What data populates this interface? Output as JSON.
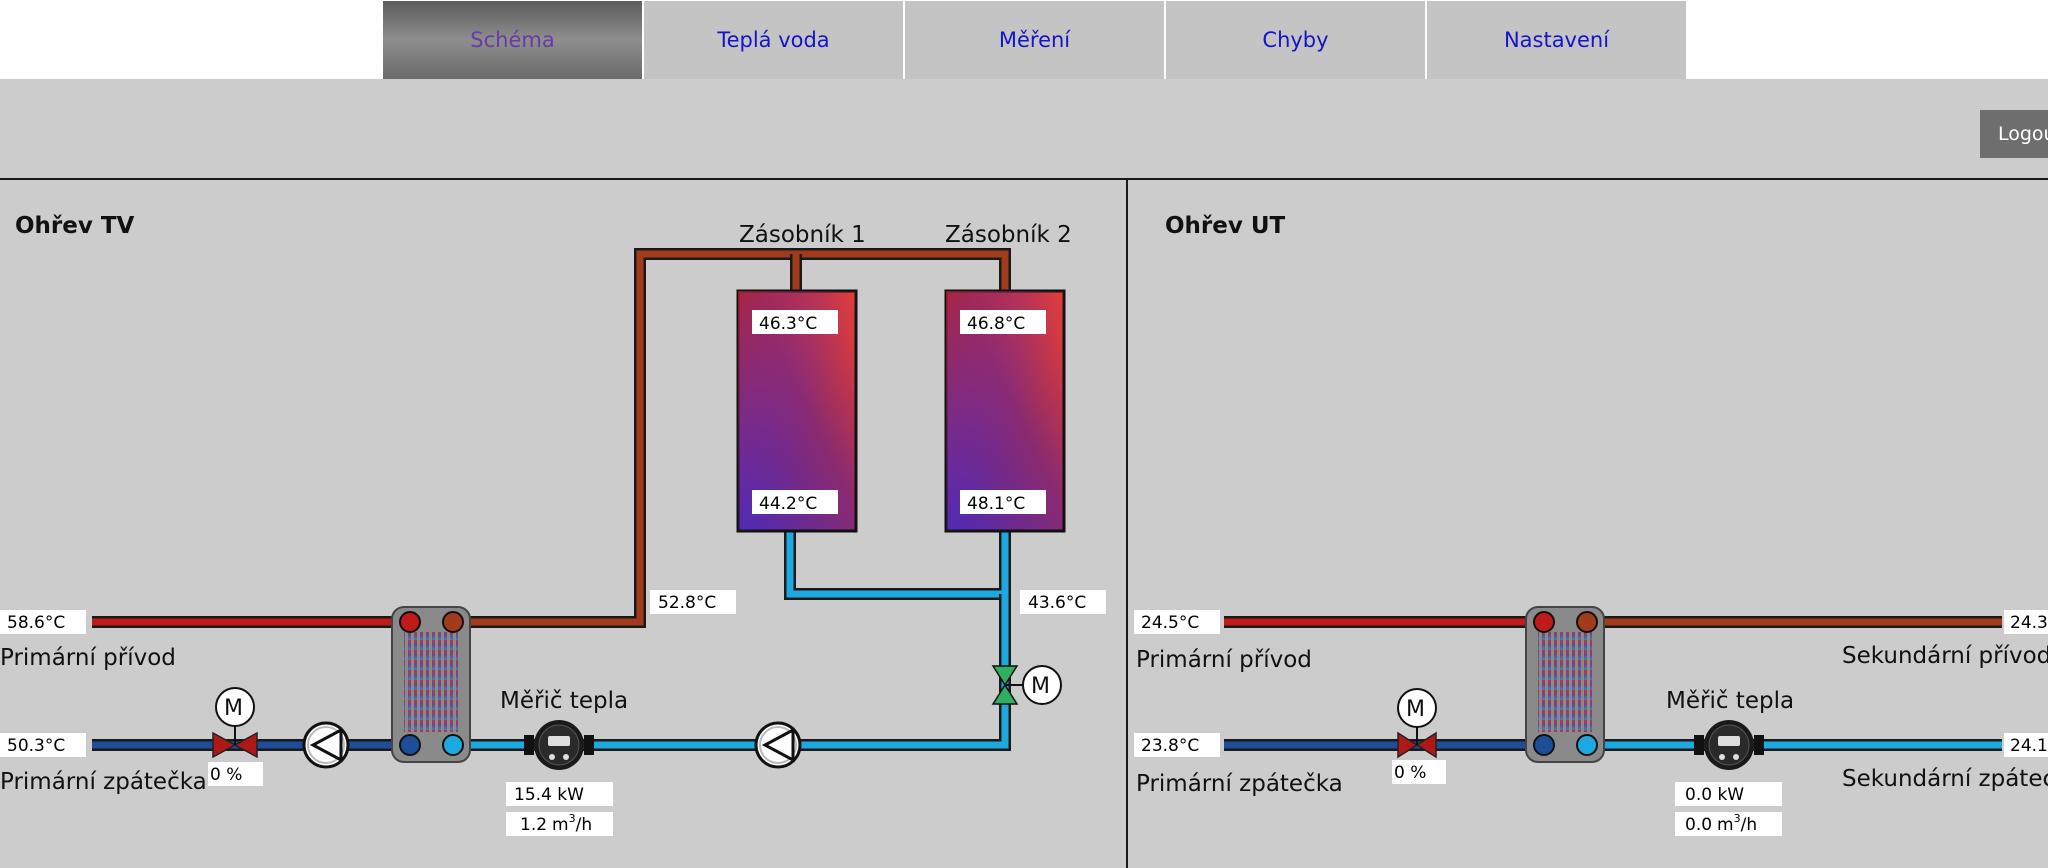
{
  "tabs": [
    "Schéma",
    "Teplá voda",
    "Měření",
    "Chyby",
    "Nastavení"
  ],
  "logout_label": "Logou",
  "tv": {
    "title": "Ohřev TV",
    "tank1_label": "Zásobník 1",
    "tank2_label": "Zásobník 2",
    "tank1_top": "46.3°C",
    "tank1_bottom": "44.2°C",
    "tank2_top": "46.8°C",
    "tank2_bottom": "48.1°C",
    "primary_supply_temp": "58.6°C",
    "primary_supply_label": "Primární přívod",
    "primary_return_temp": "50.3°C",
    "primary_return_label": "Primární zpátečka",
    "valve_position": "0  %",
    "secondary_supply_temp": "52.8°C",
    "tank_return_temp": "43.6°C",
    "meter_label": "Měřič tepla",
    "power": "15.4 kW",
    "flow_value": "1.2",
    "flow_unit": "m",
    "flow_exp": "3",
    "flow_per": "/h"
  },
  "ut": {
    "title": "Ohřev UT",
    "primary_supply_temp": "24.5°C",
    "primary_supply_label": "Primární přívod",
    "primary_return_temp": "23.8°C",
    "primary_return_label": "Primární zpátečka",
    "valve_position": "0  %",
    "secondary_supply_temp": "24.3",
    "secondary_supply_label": "Sekundární přívod",
    "secondary_return_temp": "24.1",
    "secondary_return_label": "Sekundární zpátec",
    "meter_label": "Měřič tepla",
    "power": "0.0 kW",
    "flow_value": "0.0",
    "flow_unit": "m",
    "flow_exp": "3",
    "flow_per": "/h"
  },
  "colors": {
    "supply_red": "#c01a1a",
    "secondary_brown": "#a23a1c",
    "return_blue": "#1c4e9a",
    "secondary_cyan": "#1ea8e0"
  },
  "icons": [
    "motor-icon",
    "pump-icon",
    "valve-icon",
    "heat-meter-icon",
    "heat-exchanger-icon",
    "three-way-valve-icon"
  ]
}
